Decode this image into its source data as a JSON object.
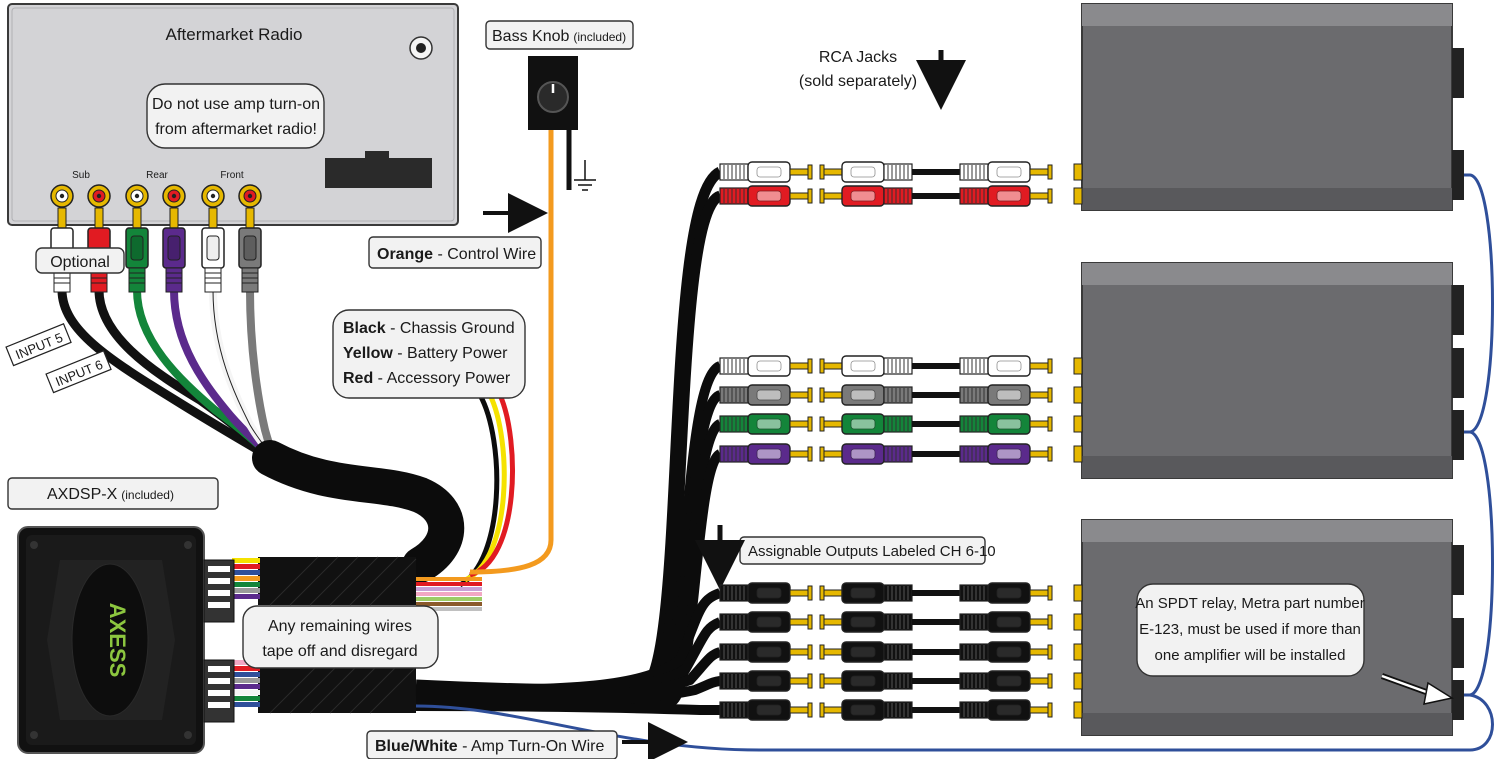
{
  "colors": {
    "radio_panel": "#d3d3d6",
    "amp_body": "#6b6b6e",
    "amp_top": "#8a8a8d",
    "harness": "#0c0c0c",
    "orange_wire": "#f39a1e",
    "blue_wire": "#2f4f9a",
    "rca_white": "#ffffff",
    "rca_red": "#e11b22",
    "rca_green": "#13853a",
    "rca_purple": "#5b2a8c",
    "rca_gray": "#7a7a7a",
    "rca_black": "#111111",
    "rca_tip": "#e6b800",
    "logo_green": "#8cc63f"
  },
  "radio": {
    "title": "Aftermarket Radio",
    "warning_line1": "Do not use amp turn-on",
    "warning_line2": "from aftermarket radio!",
    "group_sub": "Sub",
    "group_rear": "Rear",
    "group_front": "Front"
  },
  "bass_knob": {
    "label": "Bass Knob",
    "note": "(included)"
  },
  "labels": {
    "optional": "Optional",
    "input5": "INPUT 5",
    "input6": "INPUT 6",
    "orange_wire_bold": "Orange",
    "orange_wire_rest": " - Control Wire",
    "power_black_bold": "Black",
    "power_black_rest": " - Chassis Ground",
    "power_yellow_bold": "Yellow",
    "power_yellow_rest": " - Battery Power",
    "power_red_bold": "Red",
    "power_red_rest": " - Accessory Power",
    "rca_jacks_line1": "RCA Jacks",
    "rca_jacks_line2": "(sold separately)",
    "axdsp": "AXDSP-X",
    "axdsp_note": "(included)",
    "axess_logo": "AXESS",
    "remaining_line1": "Any remaining wires",
    "remaining_line2": "tape off and disregard",
    "assignable": "Assignable Outputs Labeled CH 6-10",
    "turn_on_bold": "Blue/White",
    "turn_on_rest": " - Amp Turn-On Wire",
    "relay_line1": "An SPDT relay, Metra part number",
    "relay_line2": "E-123, must be used if more than",
    "relay_line3": "one amplifier will be installed"
  }
}
